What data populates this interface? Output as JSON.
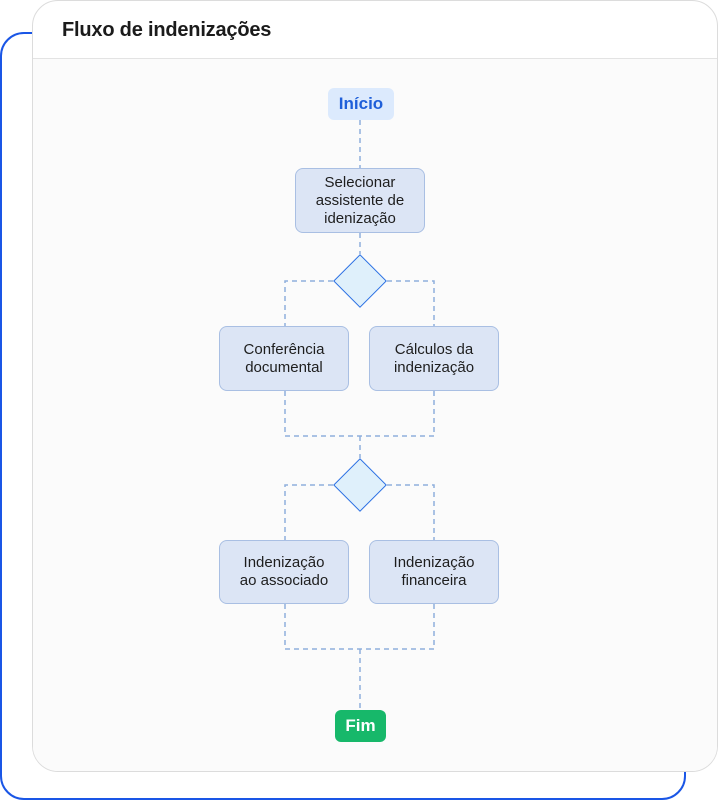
{
  "diagram": {
    "title": "Fluxo de indenizações",
    "start": {
      "label": "Início"
    },
    "steps": [
      {
        "id": "selecionar",
        "label": "Selecionar\nassistente de\nidenização"
      },
      {
        "id": "conferencia",
        "label": "Conferência\ndocumental"
      },
      {
        "id": "calculos",
        "label": "Cálculos da\nindenização"
      },
      {
        "id": "indenizacao-associado",
        "label": "Indenização\nao associado"
      },
      {
        "id": "indenizacao-financeira",
        "label": "Indenização\nfinanceira"
      }
    ],
    "end": {
      "label": "Fim"
    },
    "edges": [
      {
        "from": "start",
        "to": "selecionar"
      },
      {
        "from": "selecionar",
        "to": "gateway-1"
      },
      {
        "from": "gateway-1",
        "to": "conferencia"
      },
      {
        "from": "gateway-1",
        "to": "calculos"
      },
      {
        "from": "conferencia",
        "to": "gateway-2"
      },
      {
        "from": "calculos",
        "to": "gateway-2"
      },
      {
        "from": "gateway-2",
        "to": "indenizacao-associado"
      },
      {
        "from": "gateway-2",
        "to": "indenizacao-financeira"
      },
      {
        "from": "indenizacao-associado",
        "to": "end"
      },
      {
        "from": "indenizacao-financeira",
        "to": "end"
      }
    ],
    "colors": {
      "frame_border": "#1a56e6",
      "connector": "#8fb0dc",
      "step_fill": "#dce5f5",
      "step_border": "#a9bfe3",
      "start_fill": "#dceafd",
      "start_text": "#1f5fd9",
      "end_fill": "#17b86a",
      "end_text": "#ffffff",
      "gateway_fill": "#dff0fb",
      "gateway_border": "#2b6fe3"
    }
  }
}
